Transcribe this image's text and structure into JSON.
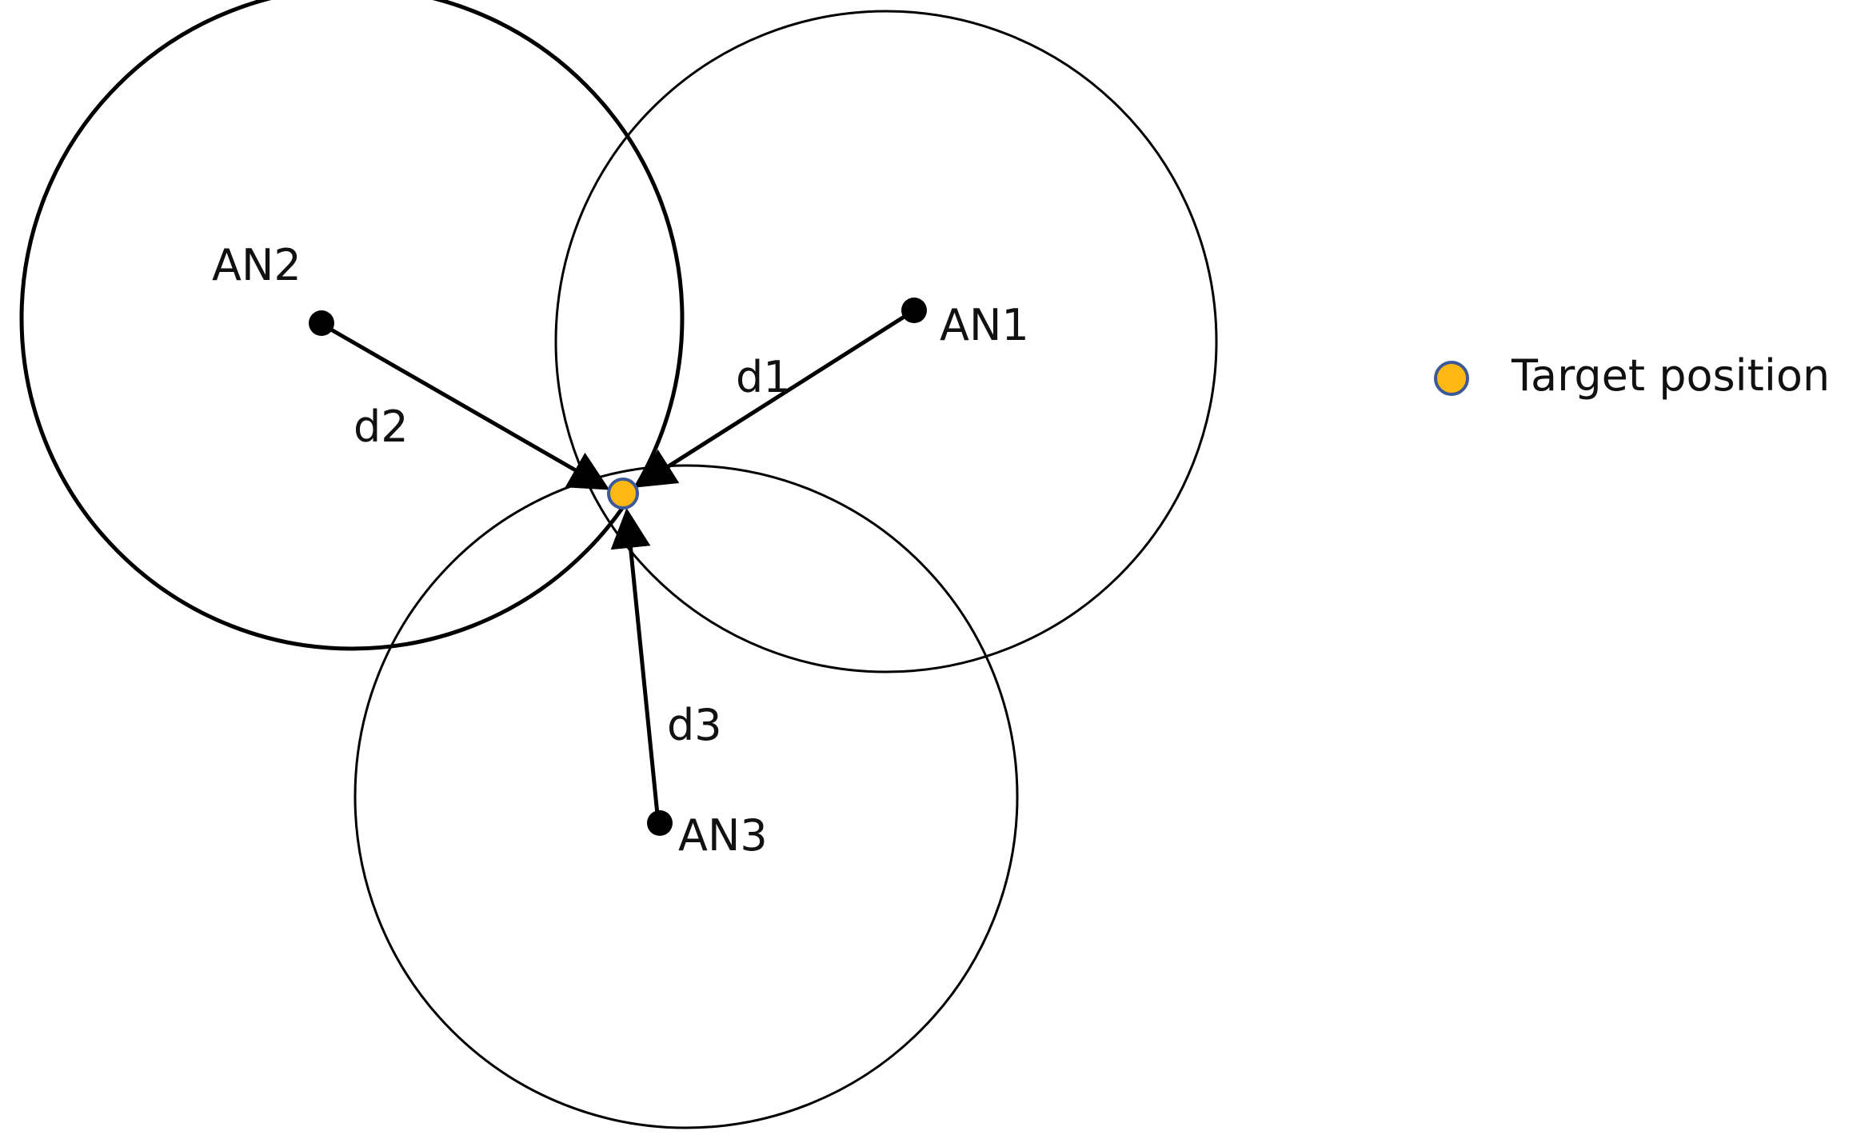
{
  "anchors": [
    {
      "id": "AN1",
      "label": "AN1"
    },
    {
      "id": "AN2",
      "label": "AN2"
    },
    {
      "id": "AN3",
      "label": "AN3"
    }
  ],
  "distances": [
    {
      "id": "d1",
      "label": "d1",
      "from": "AN1"
    },
    {
      "id": "d2",
      "label": "d2",
      "from": "AN2"
    },
    {
      "id": "d3",
      "label": "d3",
      "from": "AN3"
    }
  ],
  "legend": {
    "target_label": "Target position"
  },
  "colors": {
    "target_fill": "#FDB813",
    "target_stroke": "#3C5A99",
    "ink": "#000000"
  }
}
